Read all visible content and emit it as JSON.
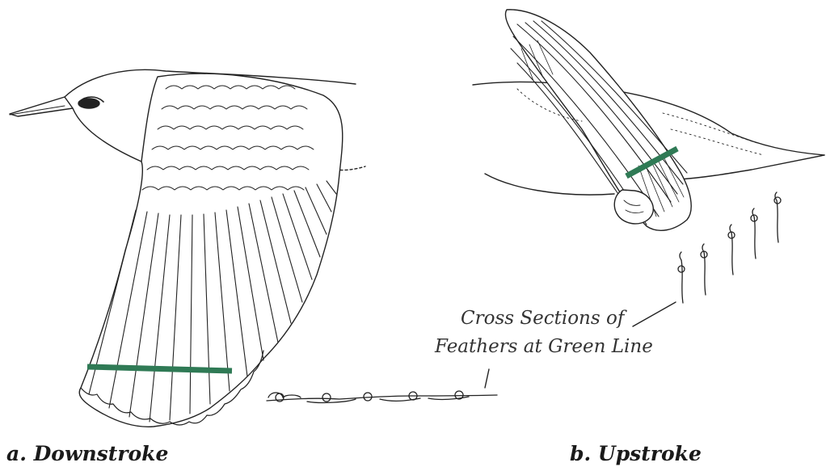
{
  "captions": {
    "downstroke": "a. Downstroke",
    "upstroke": "b. Upstroke"
  },
  "callout": {
    "line1": "Cross Sections of",
    "line2": "Feathers at Green Line"
  },
  "colors": {
    "green_line": "#2f7a55",
    "ink": "#222222"
  }
}
